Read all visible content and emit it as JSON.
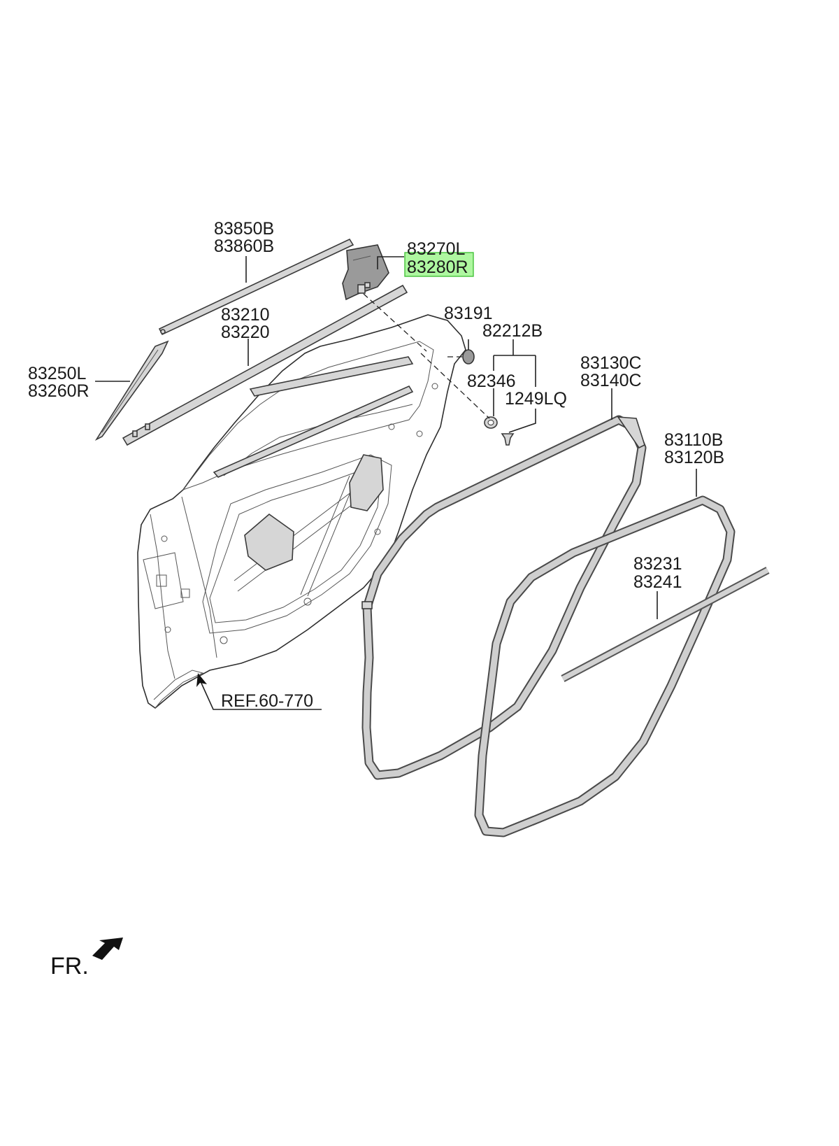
{
  "parts": [
    {
      "id": "p-83850b",
      "label": "83850B"
    },
    {
      "id": "p-83860b",
      "label": "83860B"
    },
    {
      "id": "p-83270l",
      "label": "83270L"
    },
    {
      "id": "p-83280r",
      "label": "83280R",
      "highlighted": true
    },
    {
      "id": "p-83210",
      "label": "83210"
    },
    {
      "id": "p-83220",
      "label": "83220"
    },
    {
      "id": "p-83191",
      "label": "83191"
    },
    {
      "id": "p-82212b",
      "label": "82212B"
    },
    {
      "id": "p-83250l",
      "label": "83250L"
    },
    {
      "id": "p-83260r",
      "label": "83260R"
    },
    {
      "id": "p-82346",
      "label": "82346"
    },
    {
      "id": "p-1249lq",
      "label": "1249LQ"
    },
    {
      "id": "p-83130c",
      "label": "83130C"
    },
    {
      "id": "p-83140c",
      "label": "83140C"
    },
    {
      "id": "p-83110b",
      "label": "83110B"
    },
    {
      "id": "p-83120b",
      "label": "83120B"
    },
    {
      "id": "p-83231",
      "label": "83231"
    },
    {
      "id": "p-83241",
      "label": "83241"
    }
  ],
  "reference": "REF.60-770",
  "front_indicator": "FR.",
  "colors": {
    "highlight": "#aef7a0",
    "highlight_border": "#45c23a"
  }
}
